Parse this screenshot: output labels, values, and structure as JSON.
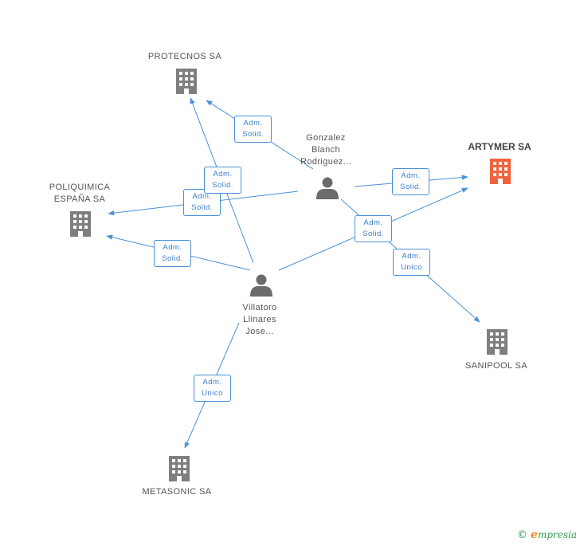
{
  "colors": {
    "edge": "#4a90d9",
    "company": "#7f7f7f",
    "company_main": "#f0643c",
    "person": "#6b6b6b"
  },
  "nodes": {
    "protecnos": {
      "label": "PROTECNOS SA",
      "type": "company",
      "icon": "building-icon"
    },
    "poliquimica": {
      "label": "POLIQUIMICA\nESPAÑA SA",
      "type": "company",
      "icon": "building-icon"
    },
    "artymer": {
      "label": "ARTYMER SA",
      "type": "company-main",
      "icon": "building-icon"
    },
    "sanipool": {
      "label": "SANIPOOL SA",
      "type": "company",
      "icon": "building-icon"
    },
    "metasonic": {
      "label": "METASONIC SA",
      "type": "company",
      "icon": "building-icon"
    },
    "gonzalez": {
      "label": "Gonzalez\nBlanch\nRodriguez...",
      "type": "person",
      "icon": "person-icon"
    },
    "villatoro": {
      "label": "Villatoro\nLlinares\nJose...",
      "type": "person",
      "icon": "person-icon"
    }
  },
  "edges": [
    {
      "id": "g-protecnos",
      "label": "Adm.\nSolid."
    },
    {
      "id": "g-artymer",
      "label": "Adm.\nSolid."
    },
    {
      "id": "g-poliquimica",
      "label": "Adm.\nSolid."
    },
    {
      "id": "g-sanipool",
      "label": "Adm.\nUnico"
    },
    {
      "id": "v-protecnos",
      "label": "Adm.\nSolid."
    },
    {
      "id": "v-poliquimica",
      "label": "Adm.\nSolid."
    },
    {
      "id": "v-artymer",
      "label": "Adm.\nSolid."
    },
    {
      "id": "v-metasonic",
      "label": "Adm.\nUnico"
    }
  ],
  "footer": {
    "copyright": "©",
    "brand_initial": "e",
    "brand_rest": "mpresia"
  }
}
